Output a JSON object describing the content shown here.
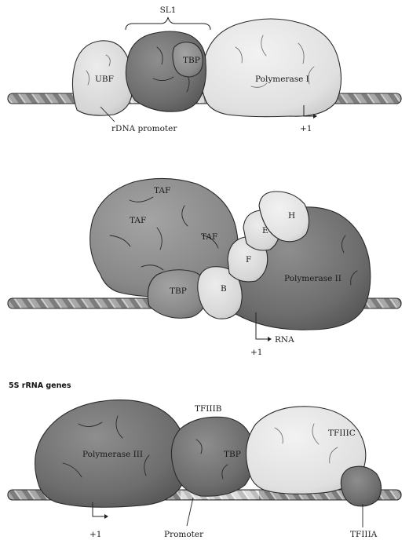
{
  "panel1": {
    "bracket_label": "SL1",
    "labels": {
      "ubf": "UBF",
      "tbp": "TBP",
      "polymerase": "Polymerase I",
      "promoter": "rDNA promoter",
      "start": "+1"
    }
  },
  "panel2": {
    "labels": {
      "taf1": "TAF",
      "taf2": "TAF",
      "taf3": "TAF",
      "h": "H",
      "e": "E",
      "f": "F",
      "b": "B",
      "tbp": "TBP",
      "polymerase": "Polymerase II",
      "rna": "RNA",
      "start": "+1"
    }
  },
  "panel3": {
    "heading": "5S rRNA genes",
    "labels": {
      "tfiiib": "TFIIIB",
      "tfiiic": "TFIIIC",
      "tbp": "TBP",
      "polymerase": "Polymerase III",
      "promoter": "Promoter",
      "tfiiia": "TFIIIA",
      "start": "+1"
    }
  },
  "colors": {
    "dark": "#6f6f6f",
    "mid": "#8f8f8f",
    "light": "#d9d9d9",
    "pale": "#e6e6e6",
    "dna": "#9a9a9a"
  }
}
